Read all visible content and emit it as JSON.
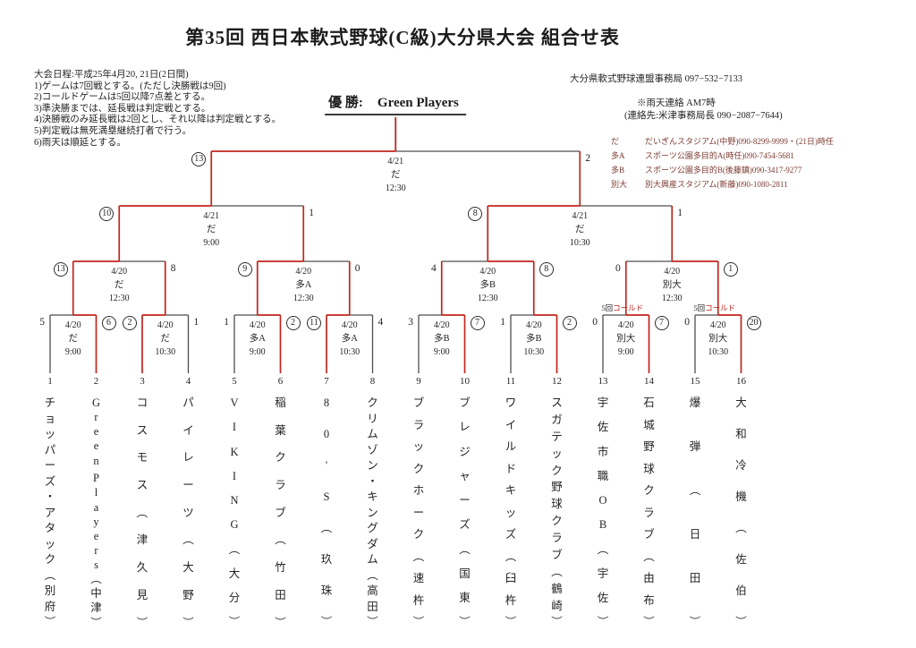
{
  "page": {
    "title": "第35回 西日本軟式野球(C級)大分県大会  組合せ表"
  },
  "notes": {
    "schedule": "大会日程:平成25年4月20, 21日(2日間)",
    "rules": [
      "1)ゲームは7回戦とする。(ただし決勝戦は9回)",
      "2)コールドゲームは5回以降7点差とする。",
      "3)準決勝までは、延長戦は判定戦とする。",
      "4)決勝戦のみ延長戦は2回とし、それ以降は判定戦とする。",
      "5)判定戦は無死満塁継続打者で行う。",
      "6)雨天は順延とする。"
    ]
  },
  "organization": {
    "office": "大分県軟式野球連盟事務局  097−532−7133",
    "rain_notice": "※雨天連絡 AM7時",
    "contact": "(連絡先:米津事務局長 090−2087−7644)"
  },
  "venues": [
    {
      "abbr": "だ",
      "desc": "だいぎんスタジアム(中野)090-8299-9999・(21日)時任"
    },
    {
      "abbr": "多A",
      "desc": "スポーツ公園多目的A(時任)090-7454-5681"
    },
    {
      "abbr": "多B",
      "desc": "スポーツ公園多目的B(後藤鎮)090-3417-9277"
    },
    {
      "abbr": "別大",
      "desc": "別大興産スタジアム(新藤)090-1080-2811"
    }
  ],
  "champion": {
    "label": "優 勝:",
    "name": "Green Players"
  },
  "teams": [
    {
      "no": "1",
      "name": "チョッパーズ・アタック(別府)"
    },
    {
      "no": "2",
      "name": "Green Players(中津)"
    },
    {
      "no": "3",
      "name": "コスモス(津久見)"
    },
    {
      "no": "4",
      "name": "パイレーツ(大野)"
    },
    {
      "no": "5",
      "name": "VIKING(大分)"
    },
    {
      "no": "6",
      "name": "稲葉クラブ(竹田)"
    },
    {
      "no": "7",
      "name": "80'S(玖珠)"
    },
    {
      "no": "8",
      "name": "クリムゾン・キングダム(高田)"
    },
    {
      "no": "9",
      "name": "ブラックホーク(速杵)"
    },
    {
      "no": "10",
      "name": "ブレジャーズ(国東)"
    },
    {
      "no": "11",
      "name": "ワイルドキッズ(臼杵)"
    },
    {
      "no": "12",
      "name": "スガテック野球クラブ(鶴崎)"
    },
    {
      "no": "13",
      "name": "宇佐市職OB(宇佐)"
    },
    {
      "no": "14",
      "name": "石城野球クラブ(由布)"
    },
    {
      "no": "15",
      "name": "爆弾(日田)"
    },
    {
      "no": "16",
      "name": "大和冷機(佐伯)"
    }
  ],
  "bracket": {
    "round1": [
      {
        "date": "4/20",
        "venue": "だ",
        "time": "9:00",
        "scores": [
          "5",
          "6"
        ],
        "winner": "R",
        "note": ""
      },
      {
        "date": "4/20",
        "venue": "だ",
        "time": "10:30",
        "scores": [
          "2",
          "1"
        ],
        "winner": "L",
        "note": ""
      },
      {
        "date": "4/20",
        "venue": "多A",
        "time": "9:00",
        "scores": [
          "1",
          "2"
        ],
        "winner": "R",
        "note": ""
      },
      {
        "date": "4/20",
        "venue": "多A",
        "time": "10:30",
        "scores": [
          "11",
          "4"
        ],
        "winner": "L",
        "note": ""
      },
      {
        "date": "4/20",
        "venue": "多B",
        "time": "9:00",
        "scores": [
          "3",
          "7"
        ],
        "winner": "R",
        "note": ""
      },
      {
        "date": "4/20",
        "venue": "多B",
        "time": "10:30",
        "scores": [
          "1",
          "2"
        ],
        "winner": "R",
        "note": ""
      },
      {
        "date": "4/20",
        "venue": "別大",
        "time": "9:00",
        "scores": [
          "0",
          "7"
        ],
        "winner": "R",
        "note": "5回コールド"
      },
      {
        "date": "4/20",
        "venue": "別大",
        "time": "10:30",
        "scores": [
          "0",
          "20"
        ],
        "winner": "R",
        "note": "5回コールド"
      }
    ],
    "quarterfinals": [
      {
        "date": "4/20",
        "venue": "だ",
        "time": "12:30",
        "scores": [
          "13",
          "8"
        ],
        "winner": "L"
      },
      {
        "date": "4/20",
        "venue": "多A",
        "time": "12:30",
        "scores": [
          "9",
          "0"
        ],
        "winner": "L"
      },
      {
        "date": "4/20",
        "venue": "多B",
        "time": "12:30",
        "scores": [
          "4",
          "8"
        ],
        "winner": "R"
      },
      {
        "date": "4/20",
        "venue": "別大",
        "time": "12:30",
        "scores": [
          "0",
          "1"
        ],
        "winner": "R"
      }
    ],
    "semifinals": [
      {
        "date": "4/21",
        "venue": "だ",
        "time": "9:00",
        "scores": [
          "10",
          "1"
        ],
        "winner": "L"
      },
      {
        "date": "4/21",
        "venue": "だ",
        "time": "10:30",
        "scores": [
          "8",
          "1"
        ],
        "winner": "L"
      }
    ],
    "final": {
      "date": "4/21",
      "venue": "だ",
      "time": "12:30",
      "scores": [
        "13",
        "2"
      ],
      "winner": "L"
    }
  },
  "colors": {
    "line": "#4d4d4d",
    "winner": "#c0261d",
    "text": "#242424"
  }
}
